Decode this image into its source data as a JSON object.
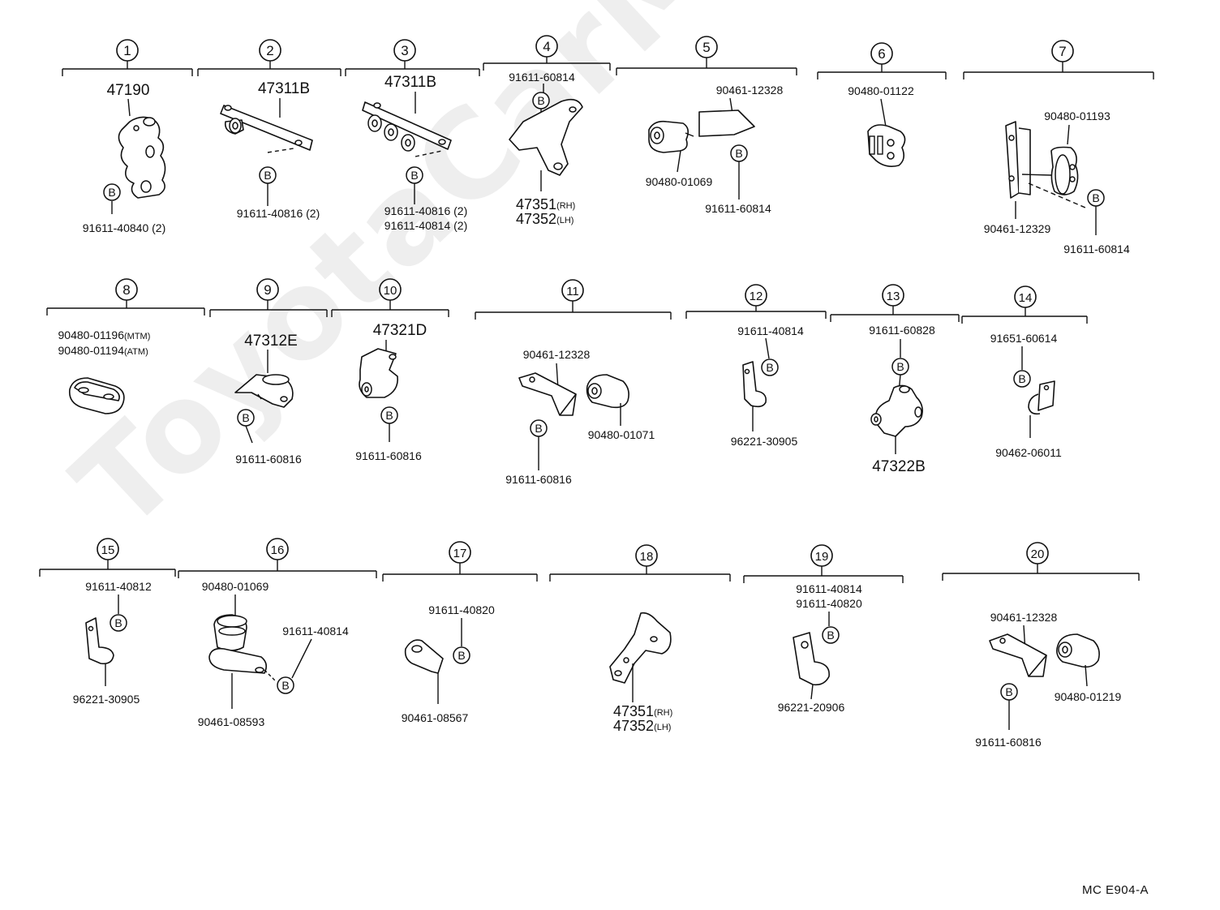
{
  "watermark": "ToyotaCarMine.ru",
  "reference": "MC E904-A",
  "bolt_symbol": "B",
  "groups": [
    {
      "no": "1",
      "labels": [
        "47190",
        "91611-40840 (2)"
      ]
    },
    {
      "no": "2",
      "labels": [
        "47311B",
        "91611-40816 (2)"
      ]
    },
    {
      "no": "3",
      "labels": [
        "47311B",
        "91611-40816 (2)",
        "91611-40814 (2)"
      ]
    },
    {
      "no": "4",
      "labels": [
        "91611-60814",
        "47351(RH)",
        "47352(LH)"
      ]
    },
    {
      "no": "5",
      "labels": [
        "90461-12328",
        "90480-01069",
        "91611-60814"
      ]
    },
    {
      "no": "6",
      "labels": [
        "90480-01122"
      ]
    },
    {
      "no": "7",
      "labels": [
        "90480-01193",
        "90461-12329",
        "91611-60814"
      ]
    },
    {
      "no": "8",
      "labels": [
        "90480-01196(MTM)",
        "90480-01194(ATM)"
      ]
    },
    {
      "no": "9",
      "labels": [
        "47312E",
        "91611-60816"
      ]
    },
    {
      "no": "10",
      "labels": [
        "47321D",
        "91611-60816"
      ]
    },
    {
      "no": "11",
      "labels": [
        "90461-12328",
        "90480-01071",
        "91611-60816"
      ]
    },
    {
      "no": "12",
      "labels": [
        "91611-40814",
        "96221-30905"
      ]
    },
    {
      "no": "13",
      "labels": [
        "91611-60828",
        "47322B"
      ]
    },
    {
      "no": "14",
      "labels": [
        "91651-60614",
        "90462-06011"
      ]
    },
    {
      "no": "15",
      "labels": [
        "91611-40812",
        "96221-30905"
      ]
    },
    {
      "no": "16",
      "labels": [
        "90480-01069",
        "91611-40814",
        "90461-08593"
      ]
    },
    {
      "no": "17",
      "labels": [
        "91611-40820",
        "90461-08567"
      ]
    },
    {
      "no": "18",
      "labels": [
        "47351(RH)",
        "47352(LH)"
      ]
    },
    {
      "no": "19",
      "labels": [
        "91611-40814",
        "91611-40820",
        "96221-20906"
      ]
    },
    {
      "no": "20",
      "labels": [
        "90461-12328",
        "90480-01219",
        "91611-60816"
      ]
    }
  ]
}
